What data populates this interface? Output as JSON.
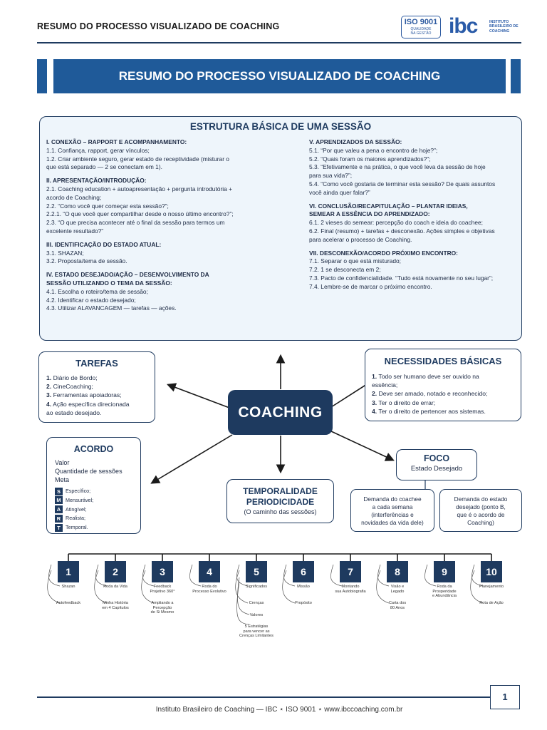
{
  "header": {
    "title": "RESUMO DO PROCESSO VISUALIZADO DE COACHING",
    "iso_line1": "ISO 9001",
    "iso_line2": "QUALIDADE",
    "iso_line3": "NA GESTÃO",
    "logo_mark": "ibc",
    "logo_sub1": "INSTITUTO",
    "logo_sub2": "BRASILEIRO DE",
    "logo_sub3": "COACHING"
  },
  "banner": {
    "title": "RESUMO DO PROCESSO VISUALIZADO DE COACHING"
  },
  "estrutura": {
    "title": "ESTRUTURA BÁSICA DE UMA SESSÃO",
    "left": [
      {
        "heading": "I. CONEXÃO – RAPPORT E ACOMPANHAMENTO:",
        "lines": [
          "1.1. Confiança, rapport, gerar vínculos;",
          "1.2. Criar ambiente seguro, gerar estado de receptividade (misturar o",
          "que está separado — 2 se conectam em 1)."
        ]
      },
      {
        "heading": "II. APRESENTAÇÃO/INTRODUÇÃO:",
        "lines": [
          "2.1. Coaching education + autoapresentação + pergunta introdutória +",
          "acordo de Coaching;",
          "2.2. “Como você quer começar esta sessão?”;",
          "2.2.1. “O que você quer compartilhar desde o nosso último encontro?”;",
          "2.3. “O que precisa acontecer até o final da sessão para termos um",
          "excelente resultado?”"
        ]
      },
      {
        "heading": "III. IDENTIFICAÇÃO DO ESTADO ATUAL:",
        "lines": [
          "3.1. SHAZAN;",
          "3.2. Proposta/tema de sessão."
        ]
      },
      {
        "heading": "IV. ESTADO DESEJADO/AÇÃO – DESENVOLVIMENTO DA",
        "heading2": "SESSÃO UTILIZANDO O TEMA DA SESSÃO:",
        "lines": [
          "4.1. Escolha o roteiro/tema de sessão;",
          "4.2. Identificar o estado desejado;",
          "4.3. Utilizar ALAVANCAGEM — tarefas — ações."
        ]
      }
    ],
    "right": [
      {
        "heading": "V. APRENDIZADOS DA SESSÃO:",
        "lines": [
          "5.1. “Por que valeu a pena o encontro de hoje?”;",
          "5.2. “Quais foram os maiores aprendizados?”;",
          "5.3. “Efetivamente e na prática, o que você leva da sessão de hoje",
          "para sua vida?”;",
          "5.4. “Como você gostaria de terminar esta sessão? De quais assuntos",
          "você ainda quer falar?”"
        ]
      },
      {
        "heading": "VI. CONCLUSÃO/RECAPITULAÇÃO – PLANTAR IDEIAS,",
        "heading2": "SEMEAR A ESSÊNCIA DO APRENDIZADO:",
        "lines": [
          "6.1. 2 vieses do semear: percepção do coach e ideia do coachee;",
          "6.2. Final (resumo) + tarefas + desconexão. Ações simples e objetivas",
          "para acelerar o processo de Coaching."
        ]
      },
      {
        "heading": "VII. DESCONEXÃO/ACORDO PRÓXIMO ENCONTRO:",
        "lines": [
          "7.1. Separar o que está misturado;",
          "7.2. 1 se desconecta em 2;",
          "7.3. Pacto de confidencialidade. “Tudo está novamente no seu lugar”;",
          "7.4. Lembre-se de marcar o próximo encontro."
        ]
      }
    ]
  },
  "center": {
    "label": "COACHING"
  },
  "tarefas": {
    "title": "TAREFAS",
    "items": [
      {
        "n": "1.",
        "t": "Diário de Bordo;"
      },
      {
        "n": "2.",
        "t": "CineCoaching;"
      },
      {
        "n": "3.",
        "t": "Ferramentas apoiadoras;"
      },
      {
        "n": "4.",
        "t": "Ação específica direcionada"
      },
      {
        "n": "",
        "t": "ao estado desejado."
      }
    ]
  },
  "necessidades": {
    "title": "NECESSIDADES BÁSICAS",
    "items": [
      {
        "n": "1.",
        "t": "Todo ser humano deve ser ouvido na"
      },
      {
        "n": "",
        "t": "essência;"
      },
      {
        "n": "2.",
        "t": "Deve ser amado, notado e reconhecido;"
      },
      {
        "n": "3.",
        "t": "Ter o direito de errar;"
      },
      {
        "n": "4.",
        "t": "Ter o direito de pertencer aos sistemas."
      }
    ]
  },
  "acordo": {
    "title": "ACORDO",
    "lines": [
      "Valor",
      "Quantidade de sessões",
      "Meta"
    ],
    "smart": [
      {
        "l": "S",
        "t": "Específico;"
      },
      {
        "l": "M",
        "t": "Mensurável;"
      },
      {
        "l": "A",
        "t": "Atingível;"
      },
      {
        "l": "R",
        "t": "Realista;"
      },
      {
        "l": "T",
        "t": "Temporal."
      }
    ]
  },
  "temporalidade": {
    "line1": "TEMPORALIDADE",
    "line2": "PERIODICIDADE",
    "sub": "(O caminho das sessões)"
  },
  "foco": {
    "title": "FOCO",
    "sub": "Estado Desejado",
    "left": [
      "Demanda do coachee",
      "a cada semana",
      "(interferências e",
      "novidades da vida dele)"
    ],
    "right": [
      "Demanda do estado",
      "desejado (ponto B,",
      "que é o acordo de",
      "Coaching)"
    ]
  },
  "timeline": [
    {
      "n": "1",
      "a": [
        "Shazan"
      ],
      "b": [
        "Autofeedback"
      ]
    },
    {
      "n": "2",
      "a": [
        "Roda da Vida"
      ],
      "b": [
        "Minha História",
        "em 4 Capítulos"
      ]
    },
    {
      "n": "3",
      "a": [
        "Feedback",
        "Projetivo 360°"
      ],
      "b": [
        "Ampliando a",
        "Percepção",
        "de Si Mesmo"
      ]
    },
    {
      "n": "4",
      "a": [
        "Roda do",
        "Processo Evolutivo"
      ],
      "b": []
    },
    {
      "n": "5",
      "a": [
        "Significados"
      ],
      "b": [
        "Crenças"
      ],
      "c": [
        "Valores"
      ],
      "d": [
        "5 Estratégias",
        "para vencer as",
        "Crenças Limitantes"
      ]
    },
    {
      "n": "6",
      "a": [
        "Missão"
      ],
      "b": [
        "Propósito"
      ]
    },
    {
      "n": "7",
      "a": [
        "Montando",
        "sua Autobiografia"
      ],
      "b": []
    },
    {
      "n": "8",
      "a": [
        "Visão e",
        "Legado"
      ],
      "b": [
        "Carta dos",
        "80 Anos"
      ]
    },
    {
      "n": "9",
      "a": [
        "Roda da",
        "Prosperidade",
        "e Abundância"
      ],
      "b": []
    },
    {
      "n": "10",
      "a": [
        "Planejamento"
      ],
      "b": [
        "Rota de Ação"
      ]
    }
  ],
  "footer": {
    "text": "Instituto Brasileiro de Coaching — IBC ⋆ ISO 9001 ⋆ www.ibccoaching.com.br",
    "page": "1"
  }
}
